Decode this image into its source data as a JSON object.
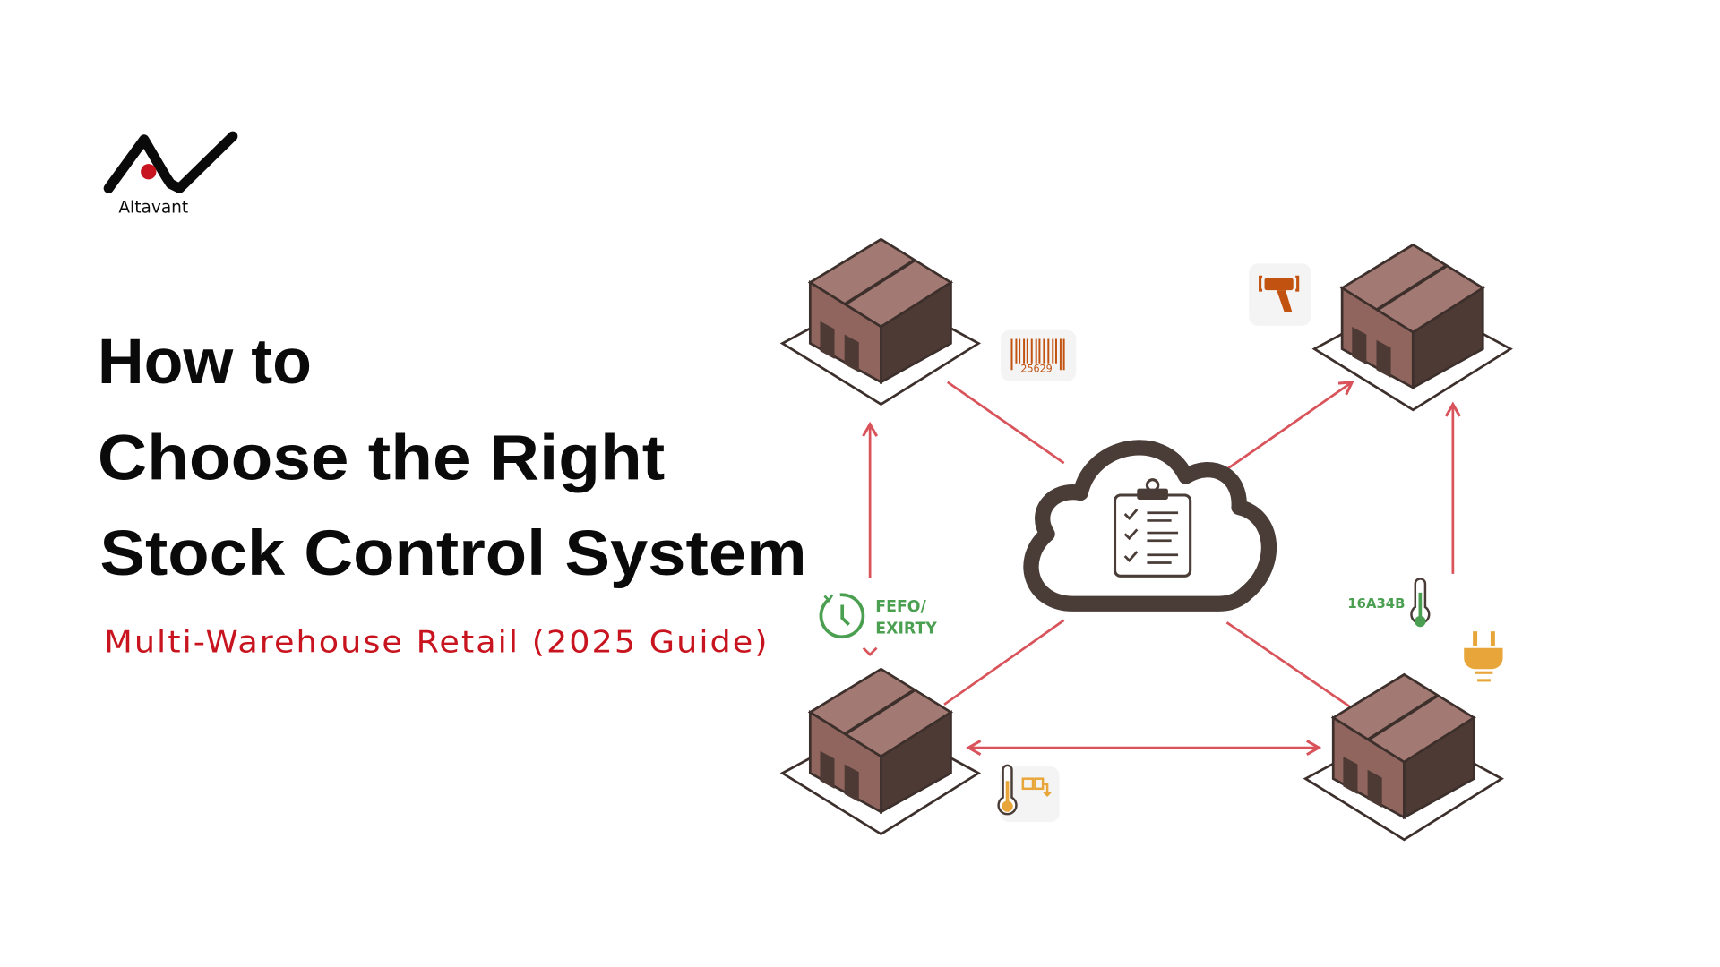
{
  "logo": {
    "text": "Altavant",
    "accent_color": "#c8141e"
  },
  "title": {
    "lines": [
      "How to",
      "Choose the Right",
      "Stock Control System"
    ],
    "subtitle": "Multi-Warehouse Retail (2025 Guide)"
  },
  "diagram": {
    "hub": {
      "icon": "cloud-clipboard-checklist-icon"
    },
    "nodes": [
      "warehouse-top-left",
      "warehouse-top-right",
      "warehouse-bottom-left",
      "warehouse-bottom-right"
    ],
    "badges": {
      "barcode": {
        "icon": "barcode-icon",
        "text": "25629"
      },
      "scanner": {
        "icon": "barcode-scanner-icon"
      },
      "fefo": {
        "icon": "clock-refresh-icon",
        "line1": "FEFO/",
        "line2": "EXIRTY"
      },
      "sensor": {
        "icon": "thermometer-icon",
        "text": "16A34B"
      },
      "power": {
        "icon": "plug-icon"
      },
      "temperature": {
        "icon": "thermometer-icon"
      }
    },
    "colors": {
      "connector": "#d9535b",
      "warehouse_top": "#9c6e68",
      "warehouse_side": "#4e3a35",
      "outline": "#3d302c",
      "green": "#4aa050",
      "orange": "#e8a63a",
      "rust": "#c2520f"
    }
  }
}
